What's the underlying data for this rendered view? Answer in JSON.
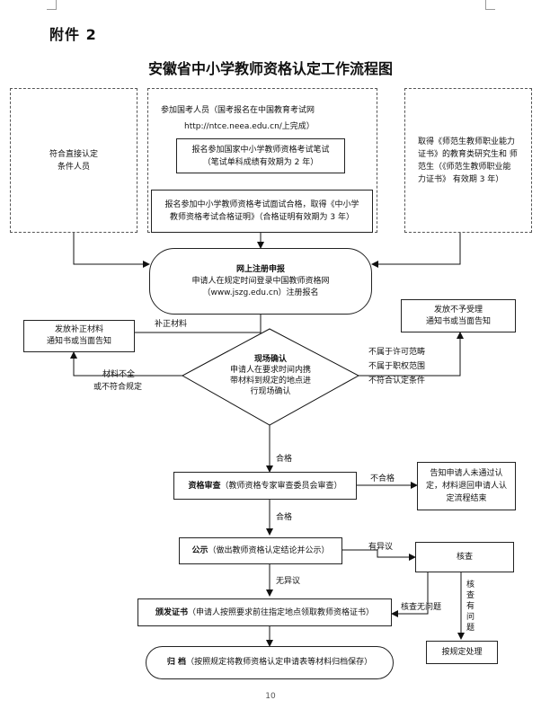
{
  "attachment": "附件 2",
  "title": "安徽省中小学教师资格认定工作流程图",
  "boxes": {
    "direct": "符合直接认定\n条件人员",
    "exam_intro_line1": "参加国考人员（国考报名在中国教育考试网",
    "exam_intro_line2": "http://ntce.neea.edu.cn/上完成）",
    "written_line1": "报名参加国家中小学教师资格考试笔试",
    "written_line2": "（笔试单科成绩有效期为 2 年）",
    "interview_line1": "报名参加中小学教师资格考试面试合格，取得《中小学",
    "interview_line2": "教师资格考试合格证明》（合格证明有效期为 3 年）",
    "normal": "取得《师范生教师职业能力证书》的教育类研究生和 师范生（《师范生教师职业能力证书》 有效期 3 年）",
    "online_title": "网上注册申报",
    "online_line1": "申请人在规定时间登录中国教师资格网",
    "online_line2": "（www.jszg.edu.cn）注册报名",
    "supplement": "发放补正材料\n通知书或当面告知",
    "reject": "发放不予受理\n通知书或当面告知",
    "onsite_title": "现场确认",
    "onsite_line1": "申请人在要求时间内携",
    "onsite_line2": "带材料到规定的地点进",
    "onsite_line3": "行现场确认",
    "review_title": "资格审查",
    "review_text": "（教师资格专家审查委员会审查）",
    "notify_fail": "告知申请人未通过认定，材料退回申请人认定流程结束",
    "publicize_title": "公示",
    "publicize_text": "（做出教师资格认定结论并公示）",
    "verify": "核查",
    "issue_title": "颁发证书",
    "issue_text": "（申请人按照要求前往指定地点领取教师资格证书）",
    "handle": "按规定处理",
    "archive_title": "归 档",
    "archive_text": "（按照规定将教师资格认定申请表等材料归档保存）"
  },
  "labels": {
    "supplement_material": "补正材料",
    "incomplete_line1": "材料不全",
    "incomplete_line2": "或不符合规定",
    "not_allowed_line1": "不属于许可范畴",
    "not_allowed_line2": "不属于职权范围",
    "not_allowed_line3": "不符合认定条件",
    "pass1": "合格",
    "pass2": "合格",
    "fail": "不合格",
    "objection": "有异议",
    "no_objection": "无异议",
    "verify_ok": "核查无问题",
    "verify_problem": "核查有问题"
  },
  "page_number": "10"
}
